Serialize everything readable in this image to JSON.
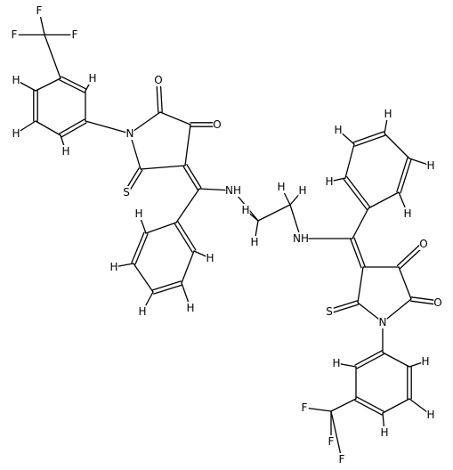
{
  "molecule": {
    "labels": {
      "fluorine": "F",
      "hydrogen": "H",
      "oxygen": "O",
      "nitrogen": "N",
      "sulfur": "S",
      "imine": "NH"
    }
  }
}
